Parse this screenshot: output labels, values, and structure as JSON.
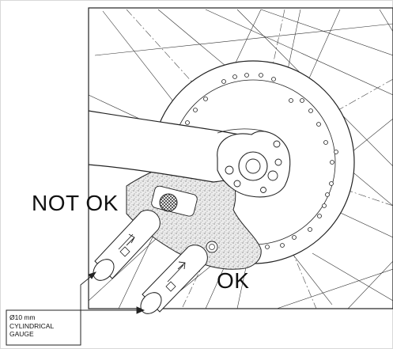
{
  "labels": {
    "not_ok": "NOT OK",
    "ok": "OK"
  },
  "callout": {
    "line1": "Ø10 mm",
    "line2": "CYLINDRICAL",
    "line3": "GAUGE"
  },
  "colors": {
    "line": "#222222",
    "stipple_fill": "#e6e6e6"
  }
}
